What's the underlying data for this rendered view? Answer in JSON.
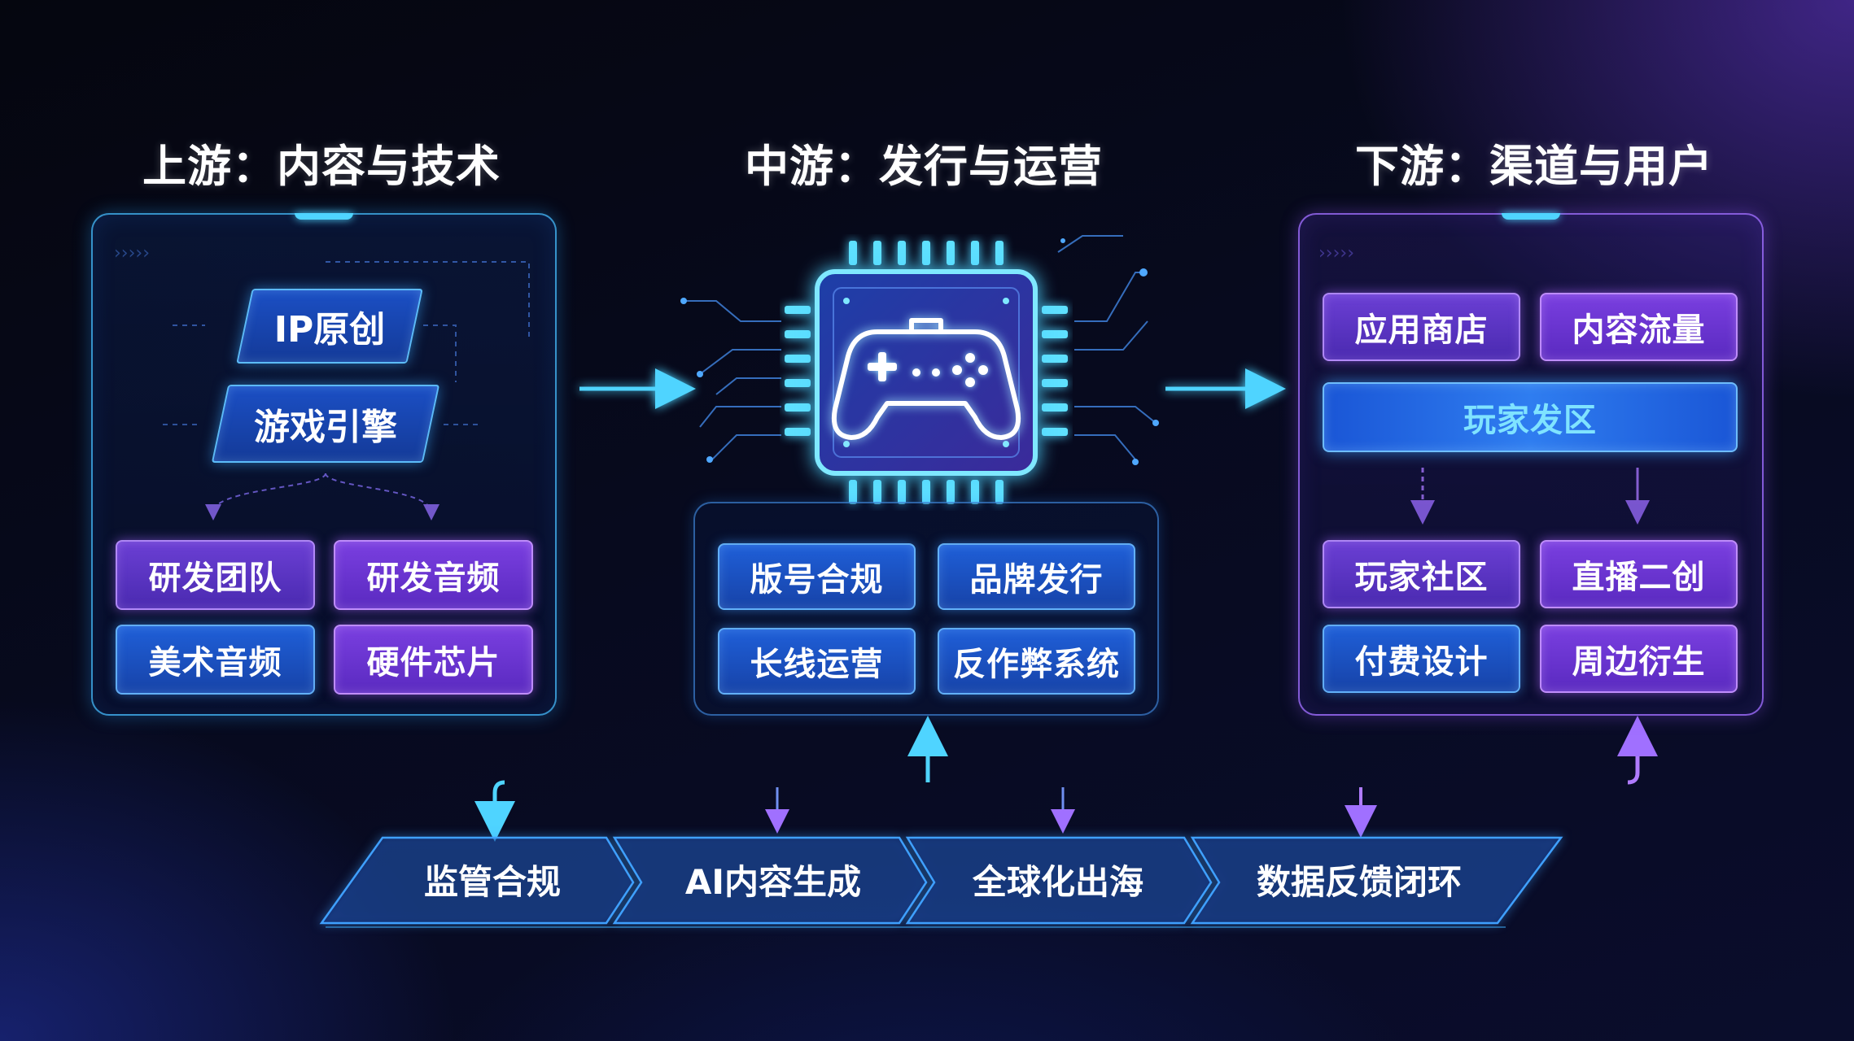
{
  "upstream": {
    "title": "上游：内容与技术",
    "ip_original": "IP原创",
    "game_engine": "游戏引擎",
    "items": [
      "研发团队",
      "研发音频",
      "美术音频",
      "硬件芯片"
    ]
  },
  "midstream": {
    "title": "中游：发行与运营",
    "center_icon": "gamepad-chip-icon",
    "items": [
      "版号合规",
      "品牌发行",
      "长线运营",
      "反作弊系统"
    ]
  },
  "downstream": {
    "title": "下游：渠道与用户",
    "top_items": [
      "应用商店",
      "内容流量"
    ],
    "wide_item": "玩家发区",
    "items": [
      "玩家社区",
      "直播二创",
      "付费设计",
      "周边衍生"
    ]
  },
  "bottom_bar": {
    "items": [
      "监管合规",
      "AI内容生成",
      "全球化出海",
      "数据反馈闭环"
    ]
  },
  "colors": {
    "cyan": "#4fd4ff",
    "purple_accent": "#b07cff",
    "blue_box": "#1f5fd8",
    "purple_box": "#6b3fd4"
  }
}
